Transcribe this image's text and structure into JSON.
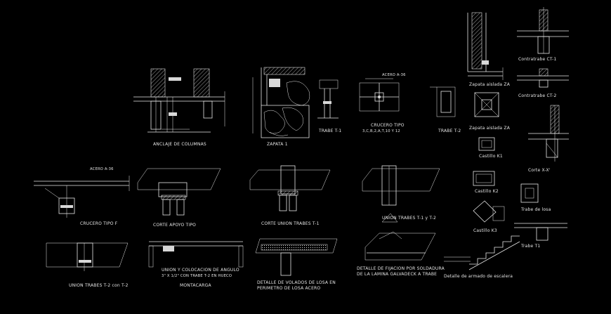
{
  "labels": {
    "anclaje": "ANCLAJE DE COLUMNAS",
    "zapata1": "ZAPATA 1",
    "trabe_t1": "TRABE T-1",
    "acero_a36_top": "ACERO A-36",
    "crucero_tipo_1": "CRUCERO TIPO",
    "crucero_tipo_2": "3,C,B,2,A,T,10 Y 12",
    "trabe_t2": "TRABE T-2",
    "zapata_aislada_za_1": "Zapata aislada ZA",
    "zapata_aislada_za_2": "Zapata aislada ZA",
    "contratrabe_ct1_1": "Contratrabe CT-1",
    "contratrabe_ct1_2": "Contratrabe CT-2",
    "castillo_k1": "Castillo K1",
    "corte_xx": "Corte X-X'",
    "acero_a36_left": "ACERO A-36",
    "crucero_tipo_f": "CRUCERO TIPO F",
    "corte_apoyo": "CORTE APOYO TIPO",
    "corte_union": "CORTE UNION TRABES T-1",
    "union_trabes_t1_t2": "UNION TRABES T-1 y T-2",
    "castillo_k2": "Castillo K2",
    "trabe_losa": "Trabe de losa",
    "castillo_k3": "Castillo K3",
    "union_trabes_bottom": "UNION TRABES T-2 con T-2",
    "union_colocacion_1": "UNION Y COLOCACION DE ANGULO",
    "union_colocacion_2": "3\" X 1/2\" CON TRABE T-2 EN HUECO",
    "montacarga": "MONTACARGA",
    "detalle_volados_1": "DETALLE DE VOLADOS DE LOSA EN",
    "detalle_volados_2": "PERIMETRO DE LOSA ACERO",
    "detalle_fijacion_1": "DETALLE DE FIJACION POR SOLDADURA",
    "detalle_fijacion_2": "DE LA LAMINA GALVADECK A TRABE",
    "trabe_t1_right": "Trabe T1",
    "detalle_escalera": "Detalle de armado de escalera"
  },
  "colors": {
    "background": "#000000",
    "linework": "#e8e8e8"
  }
}
